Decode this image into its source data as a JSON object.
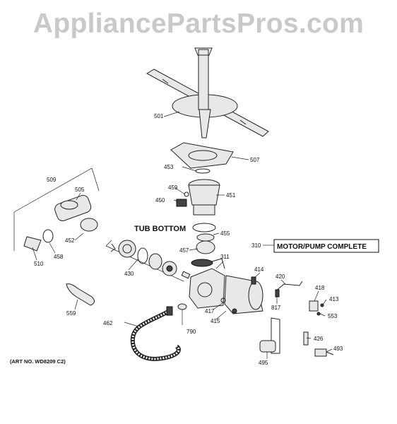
{
  "watermark": "AppliancePartsPros.com",
  "headings": {
    "tub_bottom": "TUB BOTTOM"
  },
  "boxed": {
    "number": "310",
    "label": "MOTOR/PUMP COMPLETE"
  },
  "art_no": "(ART NO. WD8209 C2)",
  "callouts": [
    "501",
    "507",
    "453",
    "459",
    "451",
    "450",
    "455",
    "457",
    "311",
    "509",
    "505",
    "452",
    "458",
    "510",
    "430",
    "414",
    "420",
    "418",
    "413",
    "553",
    "417",
    "415",
    "817",
    "790",
    "559",
    "462",
    "426",
    "493",
    "495"
  ]
}
